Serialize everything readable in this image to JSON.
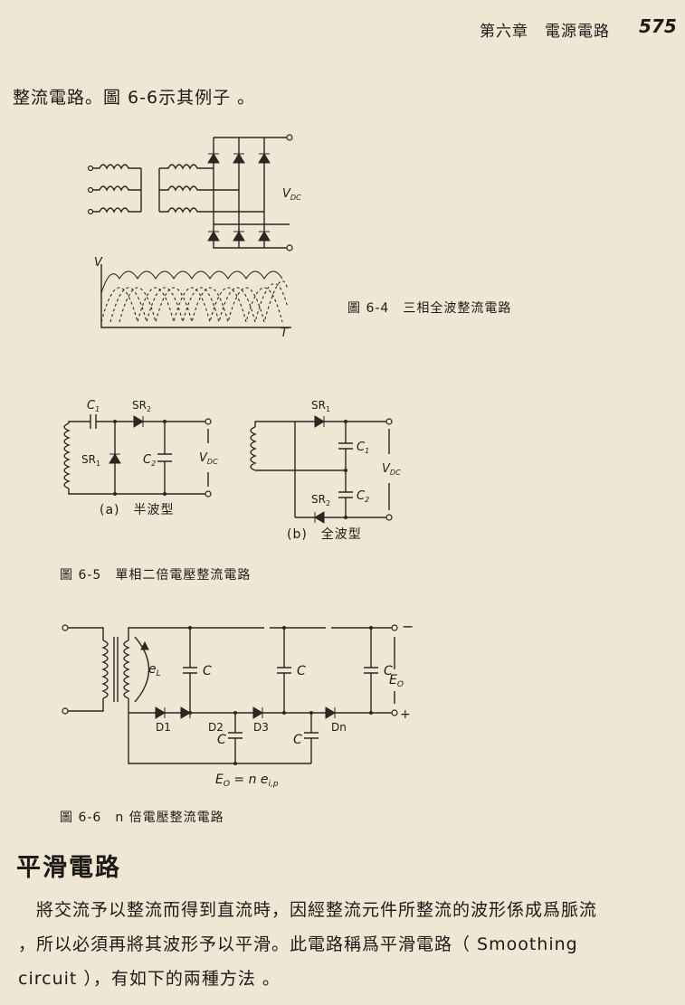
{
  "header": {
    "chapter": "第六章　電源電路",
    "page_number": "575"
  },
  "intro_text": "整流電路。圖 6-6示其例子 。",
  "fig64": {
    "caption": "圖 6-4　三相全波整流電路",
    "vdc_label": "V",
    "vdc_sub": "DC",
    "axis_v": "V",
    "axis_t": "T"
  },
  "fig65": {
    "caption": "圖 6-5　單相二倍電壓整流電路",
    "a": {
      "label": "(a)　半波型",
      "c1": "C",
      "c1_sub": "1",
      "sr2": "SR",
      "sr2_sub": "2",
      "sr1": "SR",
      "sr1_sub": "1",
      "c2": "C",
      "c2_sub": "2",
      "vdc": "V",
      "vdc_sub": "DC"
    },
    "b": {
      "label": "(b)　全波型",
      "sr1": "SR",
      "sr1_sub": "1",
      "c1": "C",
      "c1_sub": "1",
      "sr2": "SR",
      "sr2_sub": "2",
      "c2": "C",
      "c2_sub": "2",
      "vdc": "V",
      "vdc_sub": "DC"
    }
  },
  "fig66": {
    "caption": "圖 6-6　n 倍電壓整流電路",
    "el": "e",
    "el_sub": "L",
    "c": "C",
    "eo": "E",
    "eo_sub": "O",
    "minus": "−",
    "plus": "+",
    "diodes": [
      "D1",
      "D2",
      "D3",
      "Dn"
    ],
    "formula_e": "E",
    "formula_e_sub": "O",
    "formula_mid": " = n e",
    "formula_sub": "i,p"
  },
  "section_title": "平滑電路",
  "paragraph": {
    "line1": "　將交流予以整流而得到直流時，因經整流元件所整流的波形係成爲脈流",
    "line2": "，所以必須再將其波形予以平滑。此電路稱爲平滑電路（ Smoothing",
    "line3": "circuit ），有如下的兩種方法 。"
  }
}
